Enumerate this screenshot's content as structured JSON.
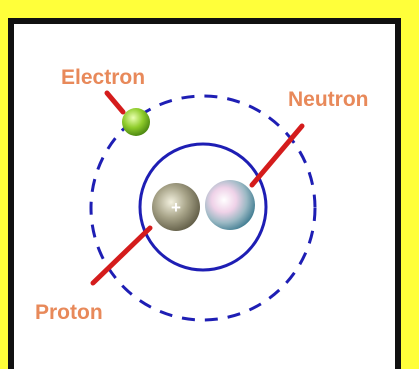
{
  "diagram": {
    "title": "",
    "labels": {
      "electron": "Electron",
      "neutron": "Neutron",
      "proton": "Proton"
    },
    "proton_symbol": "+",
    "colors": {
      "background": "#ffff3a",
      "panel": "#ffffff",
      "border": "#111111",
      "label": "#e8895a",
      "pointer": "#d41c1c",
      "orbit": "#1e1eb4",
      "nucleus_ring": "#1e1eb4",
      "electron": "#8fcc2b",
      "proton": "#a8a489",
      "neutron": "#c9b3d6"
    }
  }
}
